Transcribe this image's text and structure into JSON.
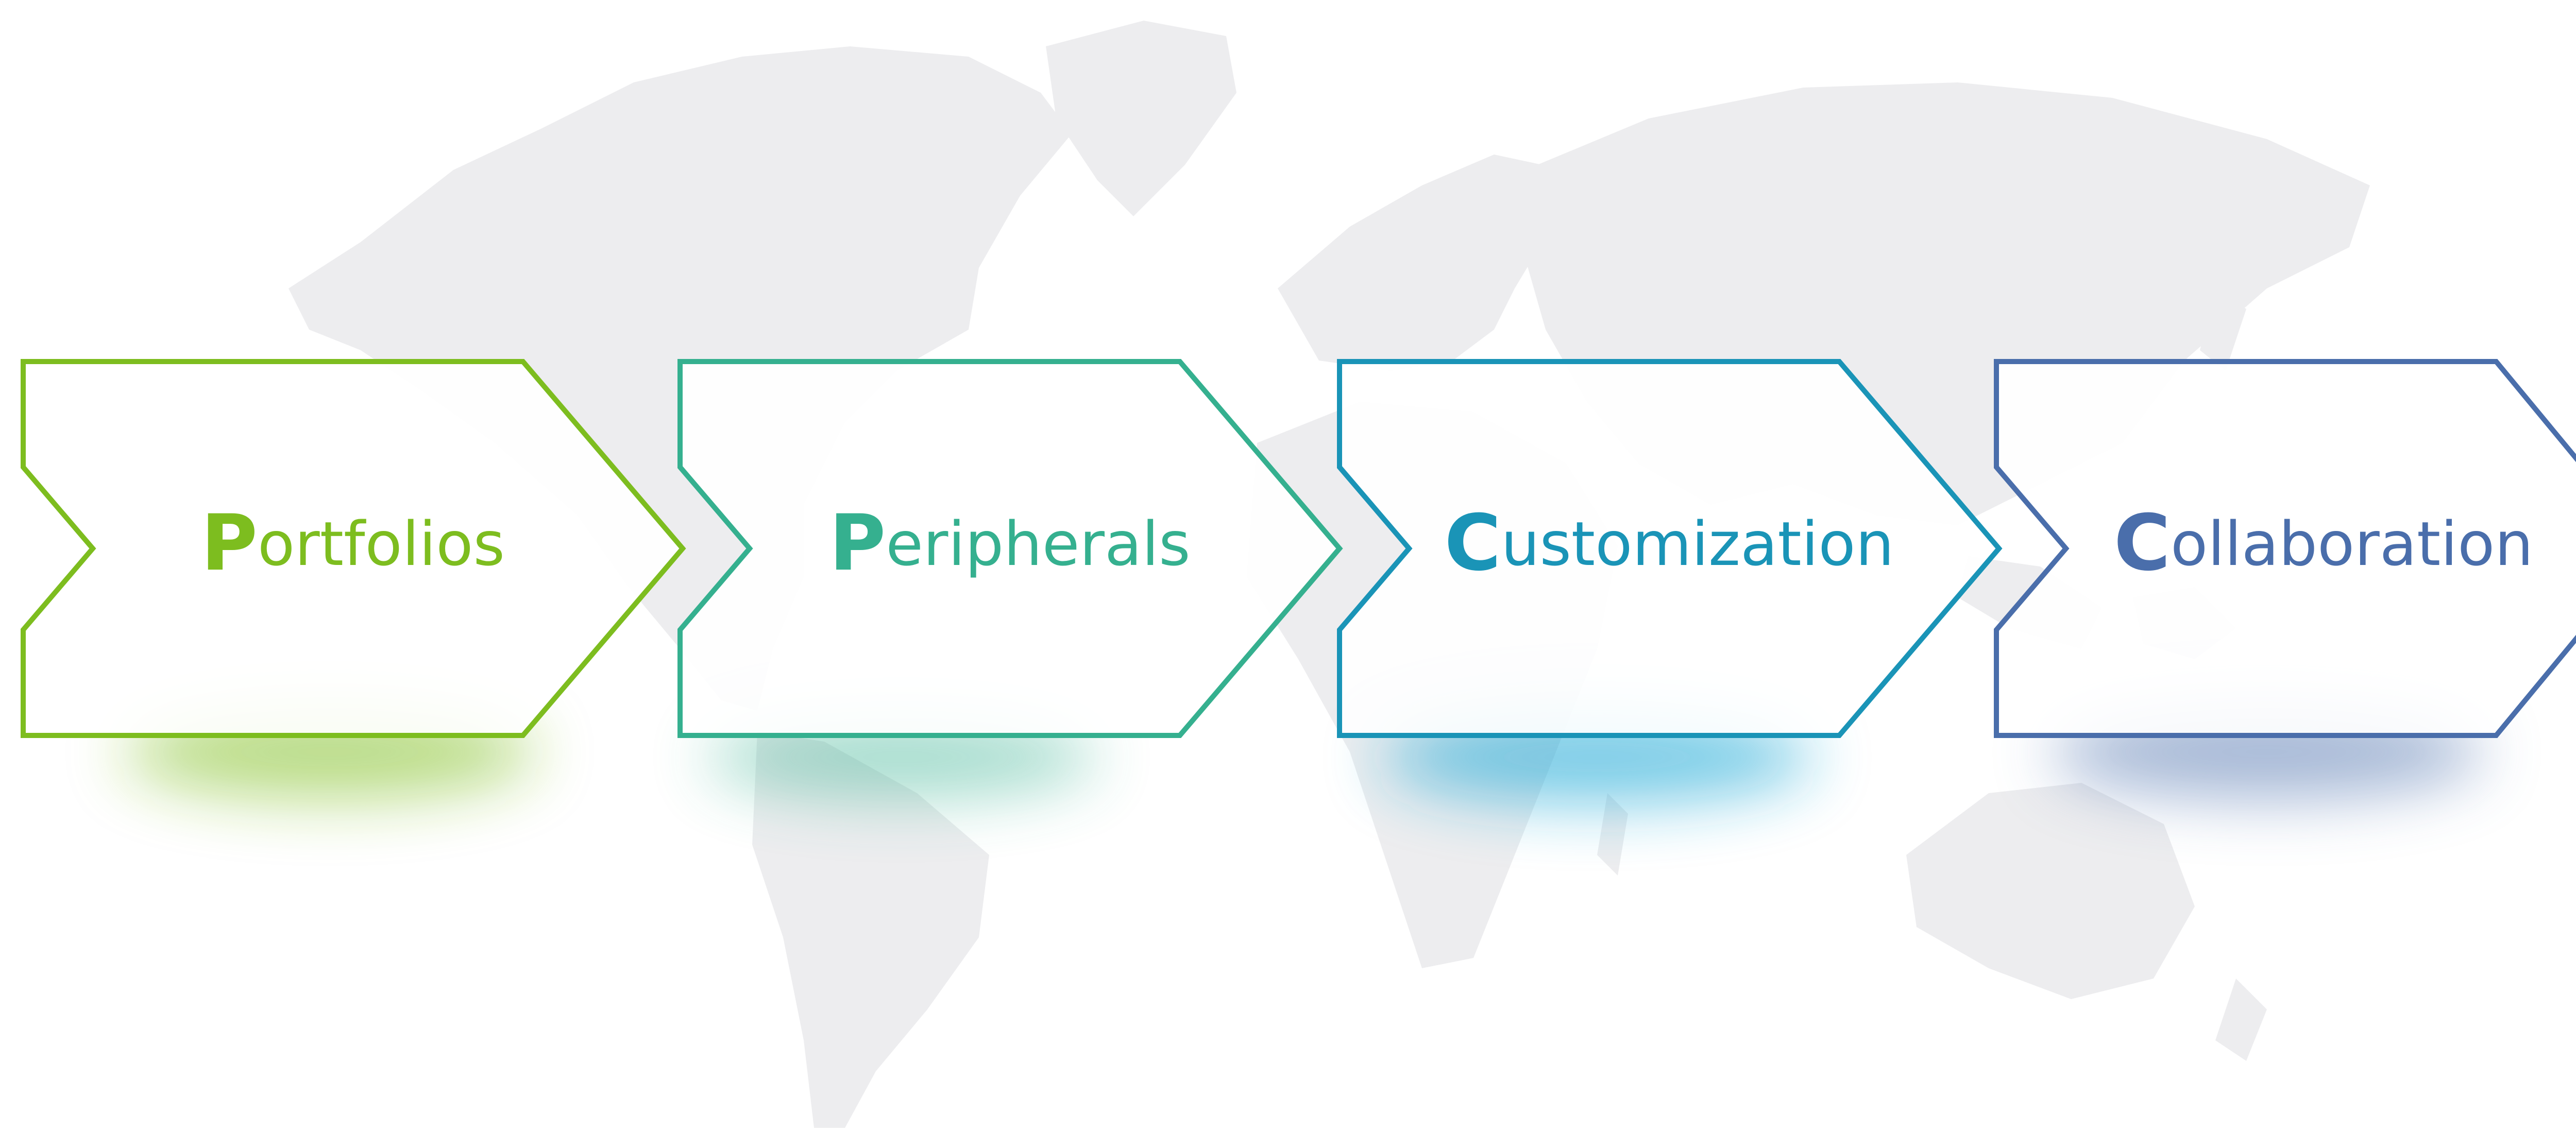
{
  "diagram": {
    "steps": [
      {
        "initial": "P",
        "rest": "ortfolios",
        "label": "Portfolios",
        "color": "#7dbd1f"
      },
      {
        "initial": "P",
        "rest": "eripherals",
        "label": "Peripherals",
        "color": "#35b08f"
      },
      {
        "initial": "C",
        "rest": "ustomization",
        "label": "Customization",
        "color": "#1a94b7"
      },
      {
        "initial": "C",
        "rest": "ollaboration",
        "label": "Collaboration",
        "color": "#4a6eab"
      }
    ]
  },
  "background": {
    "map_color": "#ededef"
  }
}
